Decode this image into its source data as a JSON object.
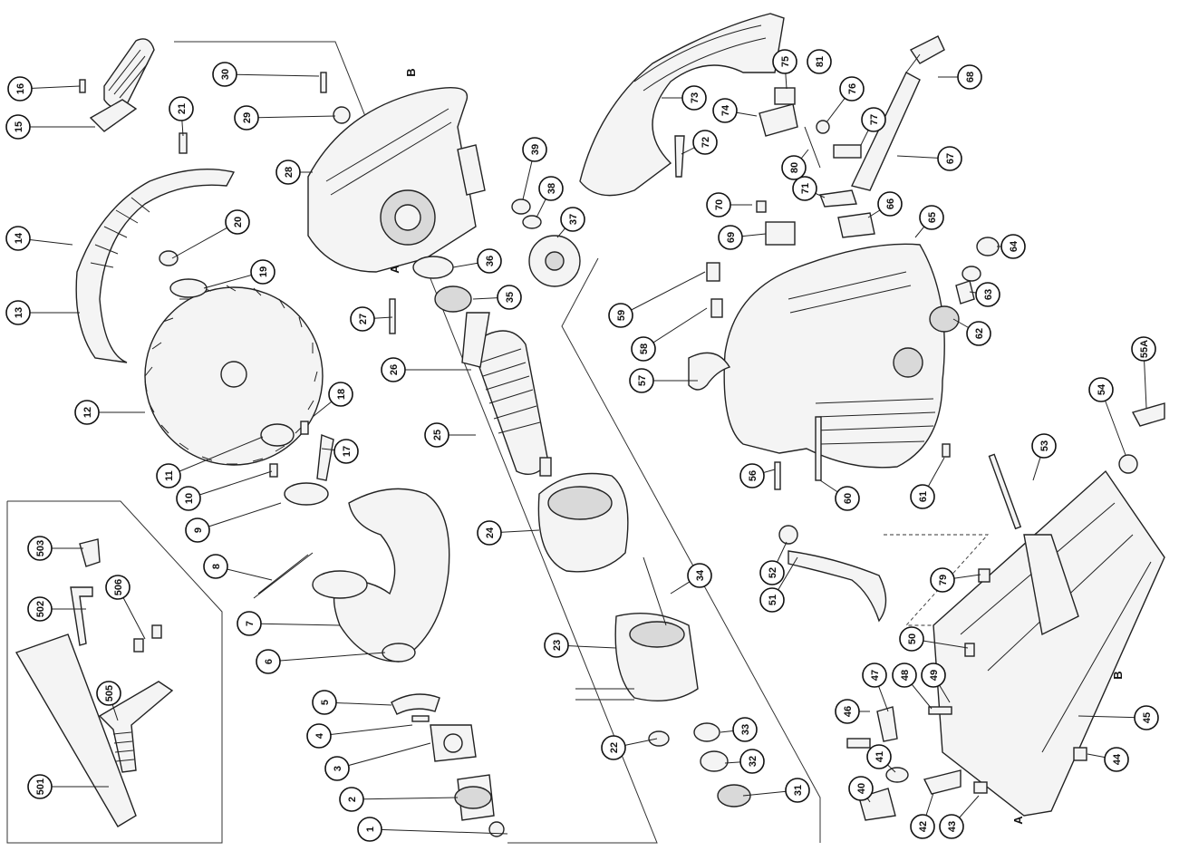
{
  "diagram": {
    "callouts": [
      {
        "id": "c1",
        "label": "1"
      },
      {
        "id": "c2",
        "label": "2"
      },
      {
        "id": "c3",
        "label": "3"
      },
      {
        "id": "c4",
        "label": "4"
      },
      {
        "id": "c5",
        "label": "5"
      },
      {
        "id": "c6",
        "label": "6"
      },
      {
        "id": "c7",
        "label": "7"
      },
      {
        "id": "c8",
        "label": "8"
      },
      {
        "id": "c9",
        "label": "9"
      },
      {
        "id": "c10",
        "label": "10"
      },
      {
        "id": "c11",
        "label": "11"
      },
      {
        "id": "c12",
        "label": "12"
      },
      {
        "id": "c13",
        "label": "13"
      },
      {
        "id": "c14",
        "label": "14"
      },
      {
        "id": "c15",
        "label": "15"
      },
      {
        "id": "c16",
        "label": "16"
      },
      {
        "id": "c17",
        "label": "17"
      },
      {
        "id": "c18",
        "label": "18"
      },
      {
        "id": "c19",
        "label": "19"
      },
      {
        "id": "c20",
        "label": "20"
      },
      {
        "id": "c21",
        "label": "21"
      },
      {
        "id": "c22",
        "label": "22"
      },
      {
        "id": "c23",
        "label": "23"
      },
      {
        "id": "c24",
        "label": "24"
      },
      {
        "id": "c25",
        "label": "25"
      },
      {
        "id": "c26",
        "label": "26"
      },
      {
        "id": "c27",
        "label": "27"
      },
      {
        "id": "c28",
        "label": "28"
      },
      {
        "id": "c29",
        "label": "29"
      },
      {
        "id": "c30",
        "label": "30"
      },
      {
        "id": "c31",
        "label": "31"
      },
      {
        "id": "c32",
        "label": "32"
      },
      {
        "id": "c33",
        "label": "33"
      },
      {
        "id": "c34",
        "label": "34"
      },
      {
        "id": "c35",
        "label": "35"
      },
      {
        "id": "c36",
        "label": "36"
      },
      {
        "id": "c37",
        "label": "37"
      },
      {
        "id": "c38",
        "label": "38"
      },
      {
        "id": "c39",
        "label": "39"
      },
      {
        "id": "c40",
        "label": "40"
      },
      {
        "id": "c41",
        "label": "41"
      },
      {
        "id": "c42",
        "label": "42"
      },
      {
        "id": "c43",
        "label": "43"
      },
      {
        "id": "c44",
        "label": "44"
      },
      {
        "id": "c45",
        "label": "45"
      },
      {
        "id": "c46",
        "label": "46"
      },
      {
        "id": "c47",
        "label": "47"
      },
      {
        "id": "c48",
        "label": "48"
      },
      {
        "id": "c49",
        "label": "49"
      },
      {
        "id": "c50",
        "label": "50"
      },
      {
        "id": "c51",
        "label": "51"
      },
      {
        "id": "c52",
        "label": "52"
      },
      {
        "id": "c53",
        "label": "53"
      },
      {
        "id": "c54",
        "label": "54"
      },
      {
        "id": "c55A",
        "label": "55A"
      },
      {
        "id": "c56",
        "label": "56"
      },
      {
        "id": "c57",
        "label": "57"
      },
      {
        "id": "c58",
        "label": "58"
      },
      {
        "id": "c59",
        "label": "59"
      },
      {
        "id": "c60",
        "label": "60"
      },
      {
        "id": "c61",
        "label": "61"
      },
      {
        "id": "c62",
        "label": "62"
      },
      {
        "id": "c63",
        "label": "63"
      },
      {
        "id": "c64",
        "label": "64"
      },
      {
        "id": "c65",
        "label": "65"
      },
      {
        "id": "c66",
        "label": "66"
      },
      {
        "id": "c67",
        "label": "67"
      },
      {
        "id": "c68",
        "label": "68"
      },
      {
        "id": "c69",
        "label": "69"
      },
      {
        "id": "c70",
        "label": "70"
      },
      {
        "id": "c71",
        "label": "71"
      },
      {
        "id": "c72",
        "label": "72"
      },
      {
        "id": "c73",
        "label": "73"
      },
      {
        "id": "c74",
        "label": "74"
      },
      {
        "id": "c75",
        "label": "75"
      },
      {
        "id": "c76",
        "label": "76"
      },
      {
        "id": "c77",
        "label": "77"
      },
      {
        "id": "c79",
        "label": "79"
      },
      {
        "id": "c80",
        "label": "80"
      },
      {
        "id": "c81",
        "label": "81"
      },
      {
        "id": "c501",
        "label": "501"
      },
      {
        "id": "c502",
        "label": "502"
      },
      {
        "id": "c503",
        "label": "503"
      },
      {
        "id": "c505",
        "label": "505"
      },
      {
        "id": "c506",
        "label": "506"
      }
    ],
    "letters": [
      {
        "id": "lB1",
        "label": "B"
      },
      {
        "id": "lA1",
        "label": "A"
      },
      {
        "id": "lB2",
        "label": "B"
      },
      {
        "id": "lA2",
        "label": "A"
      }
    ]
  }
}
